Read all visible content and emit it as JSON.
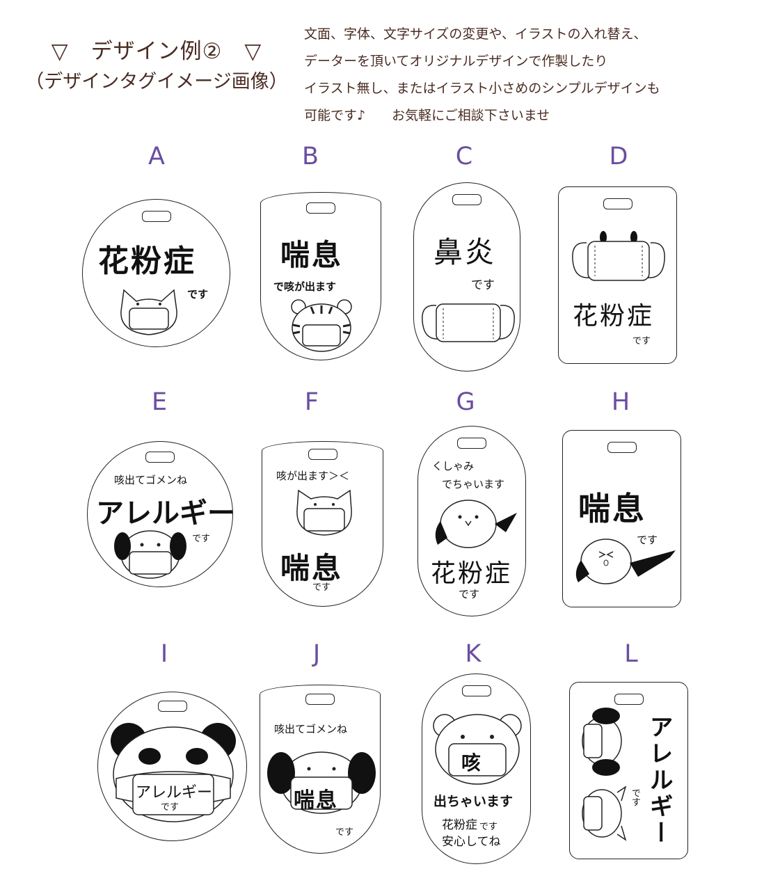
{
  "header": {
    "title_line1": "▽　デザイン例②　▽",
    "title_line2": "（デザインタグイメージ画像）",
    "desc_lines": [
      "文面、字体、文字サイズの変更や、イラストの入れ替え、",
      "データーを頂いてオリジナルデザインで作製したり",
      "イラスト無し、またはイラスト小さめのシンプルデザインも",
      "可能です♪　　お気軽にご相談下さいませ"
    ]
  },
  "tags": {
    "A": {
      "letter": "A",
      "main": "花粉症",
      "sub": "です",
      "icon": "cat-mask-icon"
    },
    "B": {
      "letter": "B",
      "main": "喘息",
      "sub": "で咳が出ます",
      "icon": "tiger-mask-icon"
    },
    "C": {
      "letter": "C",
      "main": "鼻炎",
      "sub": "です",
      "icon": "mask-icon"
    },
    "D": {
      "letter": "D",
      "main": "花粉症",
      "sub": "です",
      "icon": "mask-icon"
    },
    "E": {
      "letter": "E",
      "top": "咳出てゴメンね",
      "main": "アレルギー",
      "sub": "です",
      "icon": "dog-mask-icon"
    },
    "F": {
      "letter": "F",
      "top": "咳が出ます＞＜",
      "main": "喘息",
      "sub": "です",
      "icon": "pig-mask-icon"
    },
    "G": {
      "letter": "G",
      "top1": "くしゃみ",
      "top2": "でちゃいます",
      "main": "花粉症",
      "sub": "です",
      "icon": "bird-icon"
    },
    "H": {
      "letter": "H",
      "main": "喘息",
      "sub": "です",
      "icon": "bird-icon"
    },
    "I": {
      "letter": "I",
      "main": "アレルギー",
      "sub": "です",
      "icon": "panda-mask-icon"
    },
    "J": {
      "letter": "J",
      "top": "咳出てゴメンね",
      "main": "喘息",
      "sub": "です",
      "icon": "dog-mask-icon"
    },
    "K": {
      "letter": "K",
      "mask": "咳",
      "line1": "出ちゃいます",
      "line2": "花粉症",
      "line2b": "です",
      "line3": "安心してね",
      "icon": "bear-mask-icon"
    },
    "L": {
      "letter": "L",
      "main": "アレルギー",
      "sub": "です",
      "icon": "dog-cat-mask-icon"
    }
  }
}
